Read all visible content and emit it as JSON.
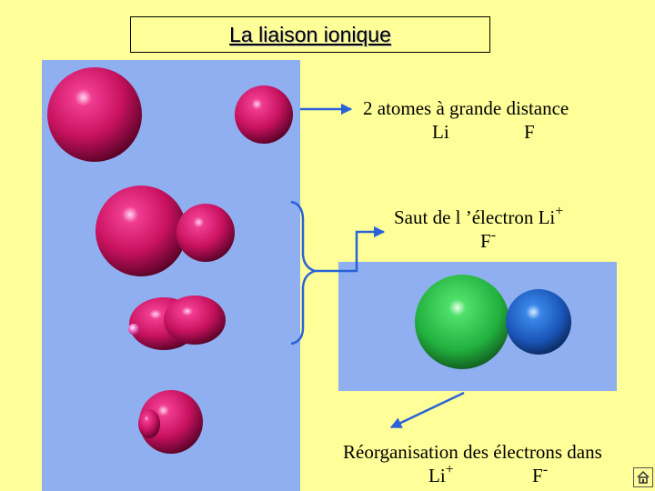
{
  "title": "La liaison ionique",
  "captions": {
    "atoms_far": {
      "line1": "2 atomes à grande distance",
      "li": "Li",
      "f": "F"
    },
    "electron_jump": {
      "line1": "Saut de l ’électron Li",
      "line1_charge": "+",
      "f": "F",
      "f_charge": "-"
    },
    "reorganisation": {
      "line1": "Réorganisation des électrons dans",
      "li": "Li",
      "li_charge": "+",
      "f": "F",
      "f_charge": "-"
    }
  },
  "colors": {
    "background": "#ffff99",
    "panel": "#8faff0",
    "arrow": "#2a62d8",
    "sphere_magenta": "#d6196e",
    "sphere_green": "#2ec84e",
    "sphere_blue": "#2266cc"
  },
  "icons": {
    "home": "home-icon"
  }
}
